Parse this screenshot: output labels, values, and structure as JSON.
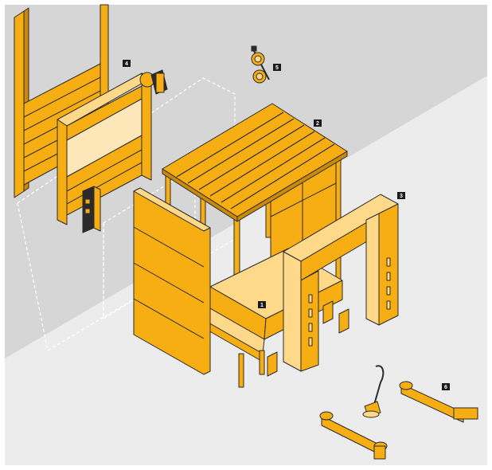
{
  "colors": {
    "background": "#ffffff",
    "wall_gray": "#d6d6d6",
    "floor_light": "#ececec",
    "accent_yellow": "#f7ae13",
    "light_yellow": "#ffd98a",
    "panel_cream": "#fde7b8",
    "outline": "#2b2b2b",
    "callout_box": "#1a1a1a"
  },
  "callouts": {
    "leveler": "1",
    "shelter_frame": "2",
    "shelter_curtain": "3",
    "roll_door": "4",
    "lights": "5",
    "wheel_guides": "6"
  }
}
